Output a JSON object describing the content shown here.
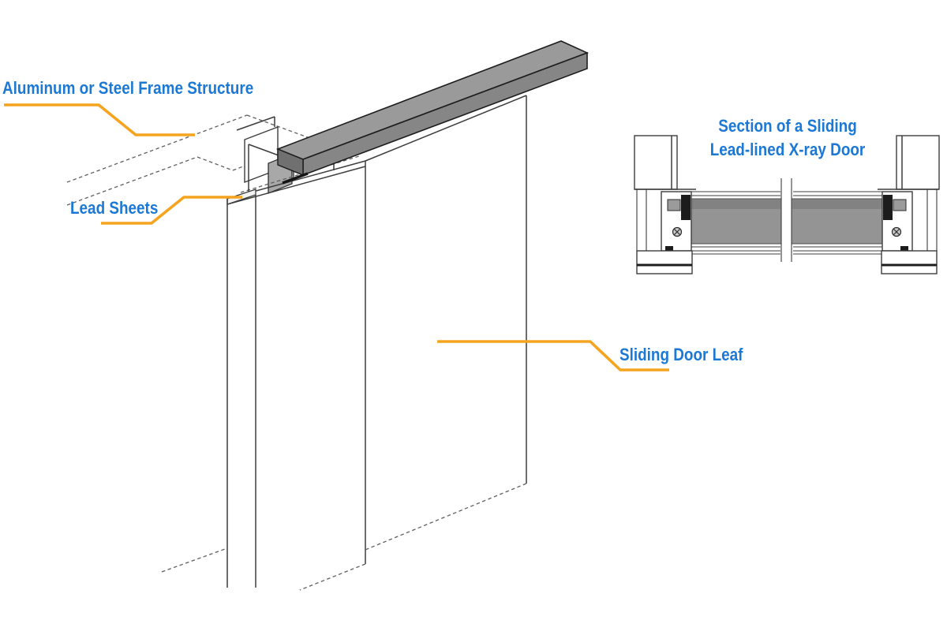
{
  "diagram": {
    "labels": {
      "frame_structure": "Aluminum or Steel Frame Structure",
      "lead_sheets": "Lead Sheets",
      "sliding_door_leaf": "Sliding Door Leaf"
    },
    "section_title": {
      "line1": "Section of a Sliding",
      "line2": "Lead-lined X-ray Door"
    },
    "colors": {
      "label_blue": "#1c78d5",
      "leader_orange": "#f5a41f",
      "beam_top_gray": "#9a9a9a",
      "beam_front_gray": "#868686",
      "beam_end_gray": "#707070",
      "lead_core_gray": "#949494",
      "lead_core_dark_gray": "#828282",
      "line_color": "#3d3d3d"
    }
  }
}
